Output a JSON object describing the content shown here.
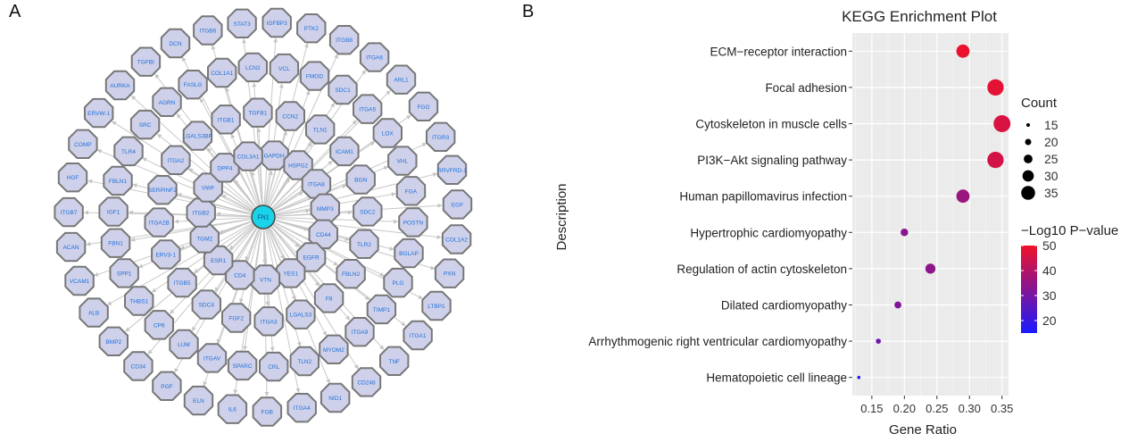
{
  "panel_a": {
    "label": "A",
    "network": {
      "hub": "FN1",
      "inner_ring": [
        "GAPDH",
        "HSPG2",
        "ITGA8",
        "MMP3",
        "CD44",
        "EGFR",
        "YES1",
        "VTN",
        "CD4",
        "ESR1",
        "TGM2",
        "ITGB2",
        "VWF",
        "DPP4",
        "COL3A1"
      ],
      "ring2": [
        "CCN2",
        "TLN1",
        "ICAM1",
        "BGN",
        "SDC2",
        "TLR2",
        "FBLN2",
        "F8",
        "LGALS3",
        "ITGA3",
        "FGF2",
        "SDC4",
        "ITGB5",
        "ERV3-1",
        "ITGA2B",
        "SERPINF2",
        "ITGA2",
        "LGALS3BP",
        "ITGB1",
        "TGFB1"
      ],
      "ring3": [
        "VCL",
        "FMOD",
        "SDC1",
        "ITGA5",
        "LOX",
        "VHL",
        "FGA",
        "POSTN",
        "BGLAP",
        "PLG",
        "TIMP1",
        "ITGA9",
        "MYOM2",
        "TLN2",
        "CRL",
        "SPARC",
        "ITGAV",
        "LUM",
        "CP6",
        "THBS1",
        "SPP1",
        "FBN1",
        "IGF1",
        "FBLN1",
        "TLR4",
        "SRC",
        "AGRN",
        "FASLG",
        "COL1A1",
        "LCN2"
      ],
      "ring4": [
        "IGFBP3",
        "PTK2",
        "ITGB8",
        "ITGA6",
        "ARL1",
        "FGG",
        "ITGR3",
        "RRVFRD-1",
        "EGF",
        "COL1A2",
        "PXN",
        "LTBP1",
        "ITGA1",
        "TNF",
        "CD248",
        "NID1",
        "ITGA4",
        "FGB",
        "IL6",
        "ELN",
        "PGF",
        "CD34",
        "BMP2",
        "ALB",
        "VCAM1",
        "ACAN",
        "ITGB7",
        "HGF",
        "COMP",
        "ERVW-1",
        "AURKA",
        "TGFBI",
        "DCN",
        "ITGB6",
        "STAT3"
      ]
    }
  },
  "panel_b": {
    "label": "B",
    "title": "KEGG Enrichment Plot",
    "legend_count_title": "Count",
    "legend_color_title": "−Log10 P−value"
  },
  "chart_data": {
    "type": "scatter",
    "title": "KEGG Enrichment Plot",
    "xlabel": "Gene Ratio",
    "ylabel": "Description",
    "xlim": [
      0.12,
      0.36
    ],
    "xticks": [
      0.15,
      0.2,
      0.25,
      0.3,
      0.35
    ],
    "xtick_labels": [
      "0.15",
      "0.20",
      "0.25",
      "0.30",
      "0.35"
    ],
    "grid": true,
    "legend_placement": "right",
    "size_legend": {
      "title": "Count",
      "values": [
        15,
        20,
        25,
        30,
        35
      ]
    },
    "color_legend": {
      "title": "−Log10 P−value",
      "min": 15,
      "max": 50,
      "ticks": [
        20,
        30,
        40,
        50
      ],
      "low_color": "#1a1aff",
      "high_color": "#ff1a1a"
    },
    "points": [
      {
        "description": "ECM−receptor interaction",
        "gene_ratio": 0.29,
        "count": 29,
        "neg_log10_p": 49
      },
      {
        "description": "Focal adhesion",
        "gene_ratio": 0.34,
        "count": 34,
        "neg_log10_p": 48
      },
      {
        "description": "Cytoskeleton in muscle cells",
        "gene_ratio": 0.35,
        "count": 35,
        "neg_log10_p": 46
      },
      {
        "description": "PI3K−Akt signaling pathway",
        "gene_ratio": 0.34,
        "count": 34,
        "neg_log10_p": 45
      },
      {
        "description": "Human papillomavirus infection",
        "gene_ratio": 0.29,
        "count": 29,
        "neg_log10_p": 36
      },
      {
        "description": "Hypertrophic cardiomyopathy",
        "gene_ratio": 0.2,
        "count": 20,
        "neg_log10_p": 33
      },
      {
        "description": "Regulation of actin cytoskeleton",
        "gene_ratio": 0.24,
        "count": 24,
        "neg_log10_p": 34
      },
      {
        "description": "Dilated cardiomyopathy",
        "gene_ratio": 0.19,
        "count": 19,
        "neg_log10_p": 32
      },
      {
        "description": "Arrhythmogenic right ventricular cardiomyopathy",
        "gene_ratio": 0.16,
        "count": 16,
        "neg_log10_p": 29
      },
      {
        "description": "Hematopoietic cell lineage",
        "gene_ratio": 0.13,
        "count": 13,
        "neg_log10_p": 17
      }
    ]
  }
}
